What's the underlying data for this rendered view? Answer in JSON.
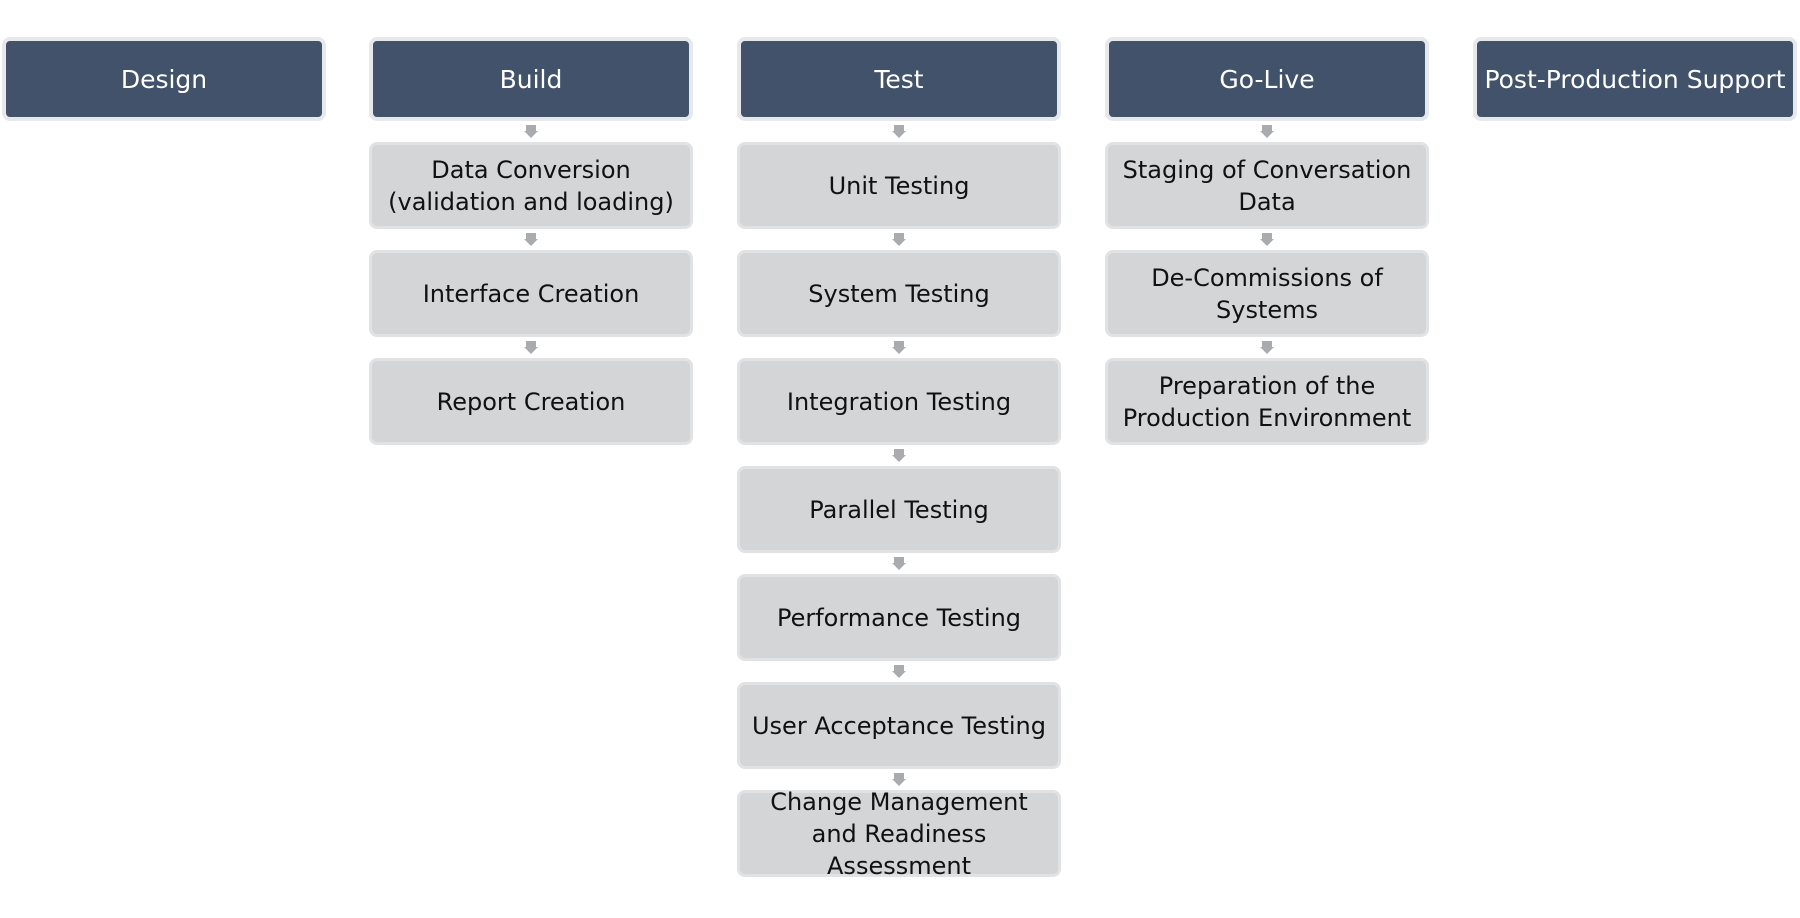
{
  "columns": [
    {
      "header": "Design",
      "items": []
    },
    {
      "header": "Build",
      "items": [
        "Data Conversion (validation and loading)",
        "Interface Creation",
        "Report Creation"
      ]
    },
    {
      "header": "Test",
      "items": [
        "Unit Testing",
        "System Testing",
        "Integration Testing",
        "Parallel Testing",
        "Performance Testing",
        "User Acceptance Testing",
        "Change Management and Readiness Assessment"
      ]
    },
    {
      "header": "Go-Live",
      "items": [
        "Staging of Conversation Data",
        "De-Commissions of Systems",
        "Preparation of the Production Environment"
      ]
    },
    {
      "header": "Post-Production Support",
      "items": []
    }
  ],
  "colors": {
    "header_fill": "#42526b",
    "header_text": "#ffffff",
    "step_fill": "#d4d5d7",
    "step_text": "#111111",
    "arrow": "#a9abaf"
  }
}
